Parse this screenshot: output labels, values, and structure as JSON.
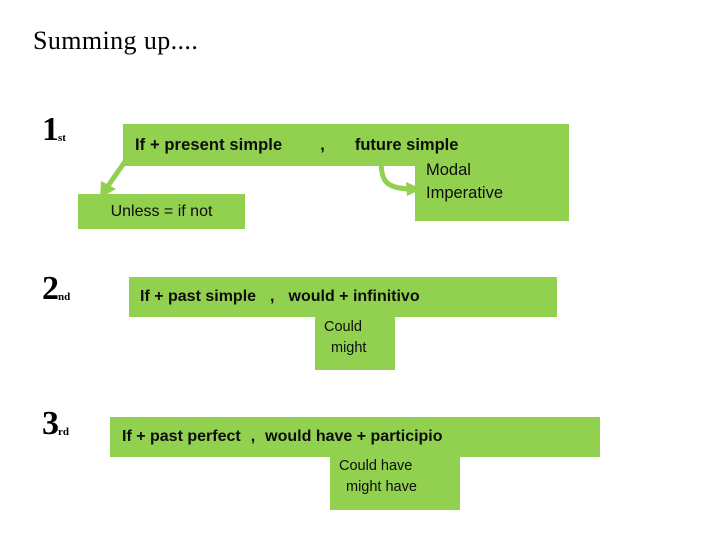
{
  "slide": {
    "title": "Summing up....",
    "background_color": "#ffffff",
    "highlight_color": "#92d050",
    "text_color": "#000000"
  },
  "conditionals": [
    {
      "ordinal_number": "1",
      "ordinal_suffix": "st",
      "formula": {
        "if_clause": "If  + present simple",
        "separator": ",",
        "result_clause": "future  simple"
      },
      "notes": [
        {
          "label": "Unless = if not"
        },
        {
          "line1": "Modal",
          "line2": "Imperative"
        }
      ]
    },
    {
      "ordinal_number": "2",
      "ordinal_suffix": "nd",
      "formula": {
        "if_clause": "If + past simple",
        "separator": ",",
        "result_clause": "would + infinitivo"
      },
      "notes": [
        {
          "line1": "Could",
          "line2": "might"
        }
      ]
    },
    {
      "ordinal_number": "3",
      "ordinal_suffix": "rd",
      "formula": {
        "if_clause": "If + past perfect",
        "separator": ",",
        "result_clause": "would have + participio"
      },
      "notes": [
        {
          "line1": "Could  have",
          "line2": "might  have"
        }
      ]
    }
  ],
  "arrows": [
    {
      "name": "arrow-to-unless",
      "direction": "down-left",
      "color": "#92d050"
    },
    {
      "name": "arrow-to-modal",
      "direction": "curve-down-right",
      "color": "#92d050"
    }
  ]
}
